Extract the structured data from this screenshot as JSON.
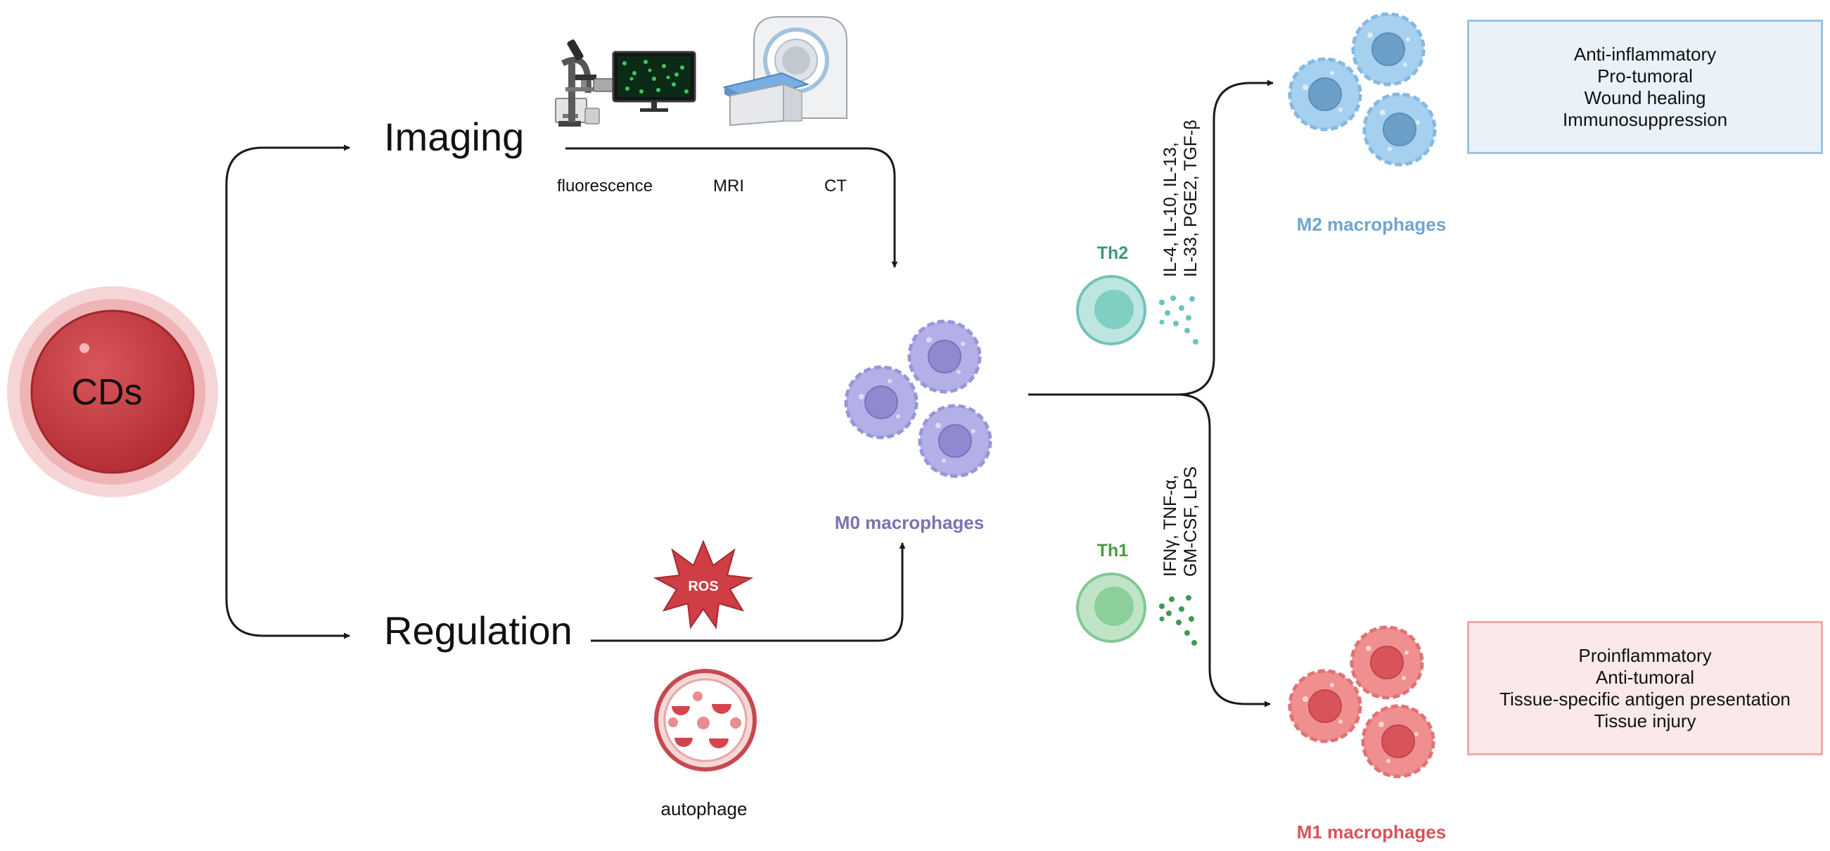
{
  "source": {
    "label": "CDs"
  },
  "branches": {
    "imaging": "Imaging",
    "regulation": "Regulation"
  },
  "imaging_methods": [
    "fluorescence",
    "MRI",
    "CT"
  ],
  "regulation_items": {
    "ros": "ROS",
    "autophage": "autophage"
  },
  "m0": {
    "label": "M0 macrophages"
  },
  "th2": {
    "label": "Th2",
    "cytokines_line1": "IL-4, IL-10, IL-13,",
    "cytokines_line2": "IL-33, PGE2, TGF-β"
  },
  "th1": {
    "label": "Th1",
    "cytokines_line1": "IFNγ, TNF-α,",
    "cytokines_line2": "GM-CSF, LPS"
  },
  "m2": {
    "label": "M2 macrophages",
    "properties": [
      "Anti-inflammatory",
      "Pro-tumoral",
      "Wound healing",
      "Immunosuppression"
    ]
  },
  "m1": {
    "label": "M1 macrophages",
    "properties": [
      "Proinflammatory",
      "Anti-tumoral",
      "Tissue-specific antigen presentation",
      "Tissue injury"
    ]
  },
  "colors": {
    "cds": "#c0393e",
    "m0": "#b3b0e8",
    "m0_label": "#7874b0",
    "m2": "#a6d0ef",
    "m2_label": "#6fa6cf",
    "m1": "#ef8f90",
    "m1_label": "#d9535a",
    "th2": "#8fd6cc",
    "th2_label": "#3f9484",
    "th1": "#a4d6ae",
    "th1_label": "#4a9a44",
    "ros": "#cf3d45",
    "arrow": "#1a1a1a"
  },
  "icons": [
    "microscope-icon",
    "fluorescence-monitor-icon",
    "mri-scanner-icon",
    "ros-burst-icon",
    "autophagosome-icon",
    "macrophage-cell-icon",
    "t-cell-icon",
    "cytokine-dots-icon"
  ]
}
